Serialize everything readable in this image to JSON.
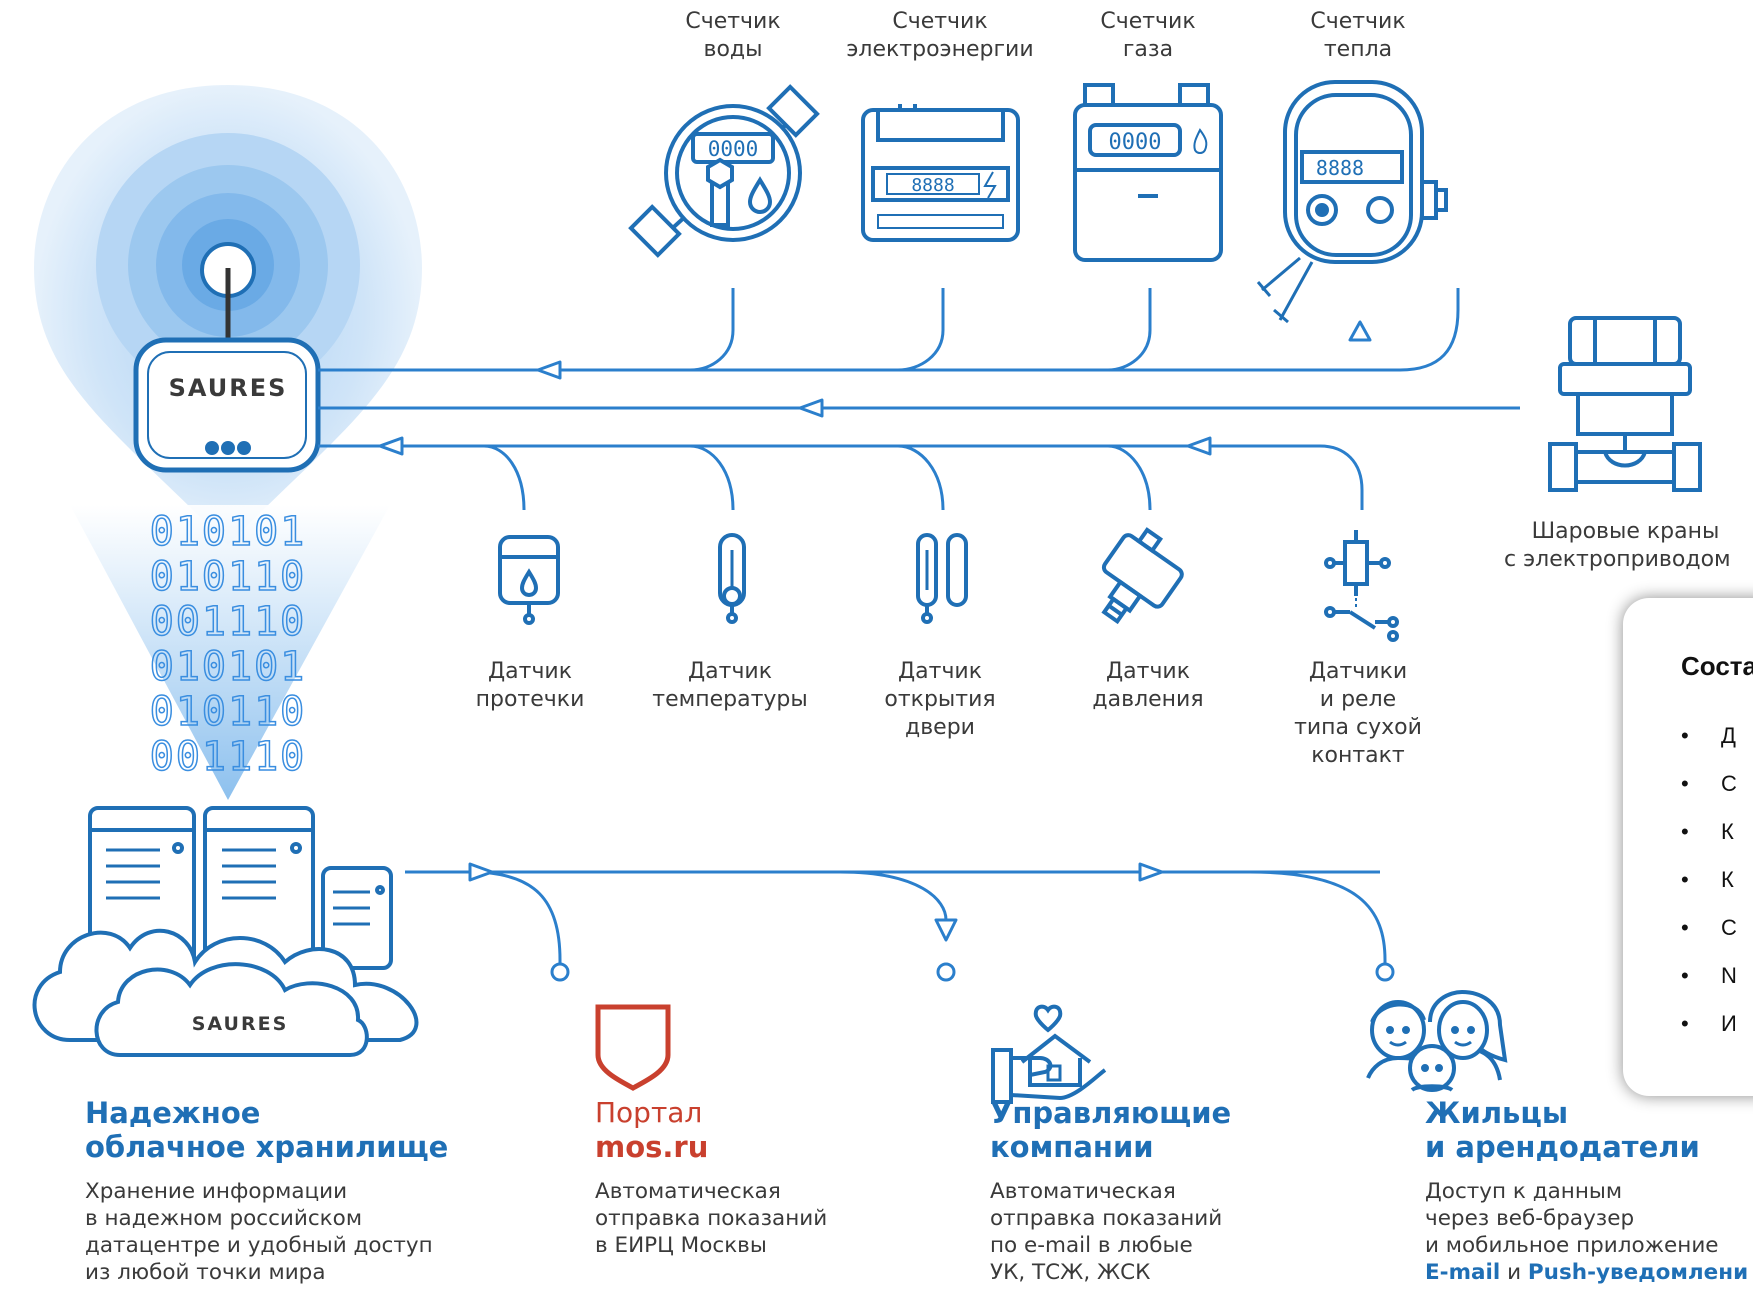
{
  "colors": {
    "primary": "#1f6fb5",
    "text": "#3a3a3a",
    "portal": "#c9402e"
  },
  "device": {
    "brand": "SAURES"
  },
  "cloud": {
    "brand": "SAURES"
  },
  "binary_rows": [
    "010101",
    "010110",
    "001110",
    "010101",
    "010110",
    "001110"
  ],
  "meters": [
    {
      "label": [
        "Счетчик",
        "воды"
      ],
      "icon": "water-meter-icon"
    },
    {
      "label": [
        "Счетчик",
        "электроэнергии"
      ],
      "icon": "electricity-meter-icon"
    },
    {
      "label": [
        "Счетчик",
        "газа"
      ],
      "icon": "gas-meter-icon"
    },
    {
      "label": [
        "Счетчик",
        "тепла"
      ],
      "icon": "heat-meter-icon"
    }
  ],
  "meter_displays": {
    "water": "0000",
    "electricity": "8888",
    "gas": "0000",
    "heat": "8888"
  },
  "valve": {
    "label": [
      "Шаровые краны",
      "с электроприводом"
    ],
    "icon": "ball-valve-icon"
  },
  "sensors": [
    {
      "label": [
        "Датчик",
        "протечки"
      ],
      "icon": "leak-sensor-icon"
    },
    {
      "label": [
        "Датчик",
        "температуры"
      ],
      "icon": "thermometer-icon"
    },
    {
      "label": [
        "Датчик",
        "открытия",
        "двери"
      ],
      "icon": "door-sensor-icon"
    },
    {
      "label": [
        "Датчик",
        "давления"
      ],
      "icon": "pressure-sensor-icon"
    },
    {
      "label": [
        "Датчики",
        "и реле",
        "типа сухой",
        "контакт"
      ],
      "icon": "relay-icon"
    }
  ],
  "storage": {
    "title": [
      "Надежное",
      "облачное хранилище"
    ],
    "desc": [
      "Хранение информации",
      "в надежном российском",
      "датацентре и удобный доступ",
      "из любой точки мира"
    ]
  },
  "portal": {
    "title_a": "Портал",
    "title_b": "mos.ru",
    "desc": [
      "Автоматическая",
      "отправка показаний",
      "в ЕИРЦ Москвы"
    ]
  },
  "companies": {
    "title": [
      "Управляющие",
      "компании"
    ],
    "desc": [
      "Автоматическая",
      "отправка показаний",
      "по e-mail в любые",
      "УК, ТСЖ, ЖСК"
    ]
  },
  "residents": {
    "title": [
      "Жильцы",
      "и арендодатели"
    ],
    "desc": [
      "Доступ к данным",
      "через веб-браузер",
      "и мобильное приложение"
    ],
    "desc_last": {
      "a": "E-mail",
      "b": " и ",
      "c": "Push",
      "d": "-уведомлени"
    }
  },
  "panel": {
    "title": "Соста",
    "items": [
      "Д",
      "С",
      "К",
      "К",
      "С",
      "N",
      "И"
    ],
    "bullet": "•"
  }
}
